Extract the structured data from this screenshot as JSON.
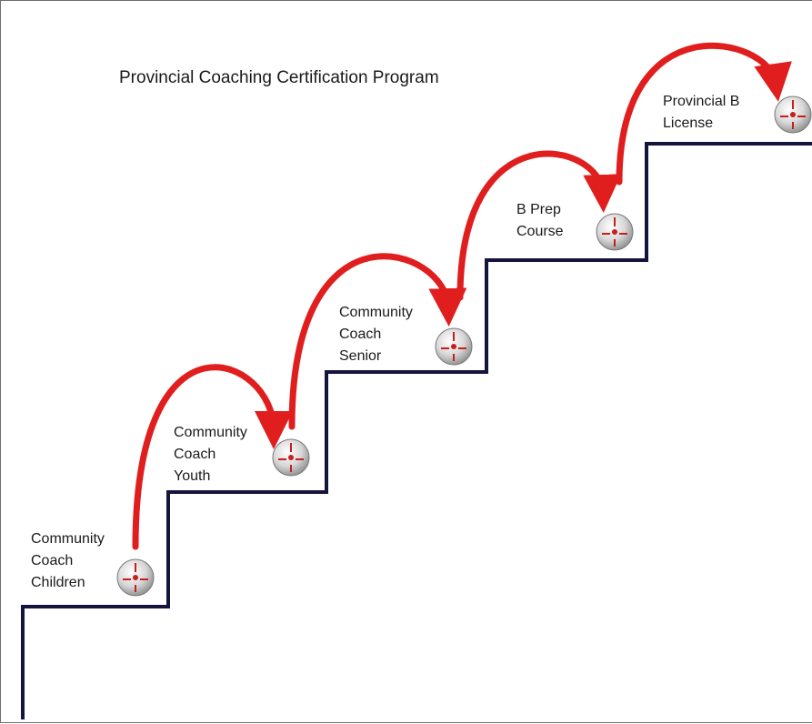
{
  "title": "Provincial Coaching Certification Program",
  "steps": [
    {
      "id": "children",
      "lines": [
        "Community",
        "Coach",
        "Children"
      ]
    },
    {
      "id": "youth",
      "lines": [
        "Community",
        "Coach",
        "Youth"
      ]
    },
    {
      "id": "senior",
      "lines": [
        "Community",
        "Coach",
        "Senior"
      ]
    },
    {
      "id": "bprep",
      "lines": [
        "B Prep",
        "Course"
      ]
    },
    {
      "id": "provincial-b",
      "lines": [
        "Provincial B",
        "License"
      ]
    }
  ],
  "colors": {
    "stair": "#14143c",
    "arrow": "#e01e1e",
    "ball": "#d8d8d8",
    "ball_marks": "#c81e1e"
  },
  "icons": {
    "step_marker": "soccer-ball-icon",
    "transition": "curved-arrow-icon"
  }
}
